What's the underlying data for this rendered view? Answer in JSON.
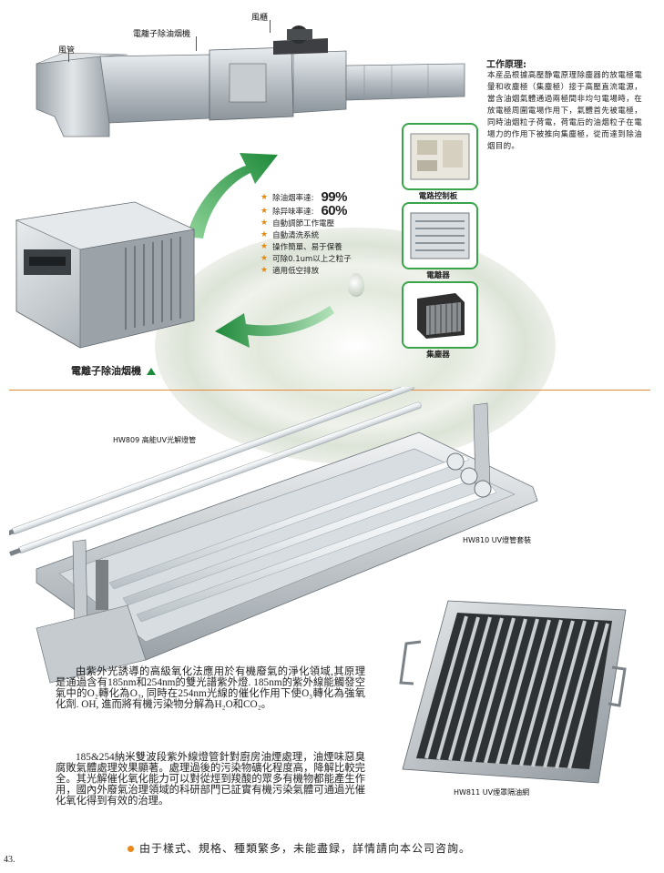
{
  "top_labels": {
    "fan": "風櫃",
    "purifier": "電離子除油烟機",
    "duct": "風管"
  },
  "principle": {
    "title": "工作原理:",
    "body": "本産品根據高壓静電原理除塵器的放電極電暈和收塵極（集塵極）接于高壓直流電源，當含油烟氣體通過兩極間非均勻電場時，在放電極周圍電場作用下，氣體首先被電極，同時油烟粒子荷電，荷電后的油烟粒子在電場力的作用下被推向集塵極，從而達到除油烟目的。"
  },
  "components": [
    {
      "name": "電路控制板"
    },
    {
      "name": "電離器"
    },
    {
      "name": "集塵器"
    }
  ],
  "features": [
    {
      "text": "除油烟率達:",
      "value": "99%"
    },
    {
      "text": "除异味率達:",
      "value": "60%"
    },
    {
      "text": "自動調節工作電壓",
      "value": ""
    },
    {
      "text": "自動清洗系統",
      "value": ""
    },
    {
      "text": "操作簡單、易于保養",
      "value": ""
    },
    {
      "text": "可除0.1um以上之粒子",
      "value": ""
    },
    {
      "text": "適用低空排放",
      "value": ""
    }
  ],
  "machine_title": "電離子除油烟機",
  "products": {
    "lamp": "HW809 高能UV光解燈管",
    "kit": "HW810 UV燈管套裝",
    "filter": "HW811 UV煙罩隔油網"
  },
  "paragraphs": [
    "由紫外光誘導的高級氧化法應用於有機廢氣的淨化領域,其原理是通過含有185nm和254nm的雙光譜紫外燈. 185nm的紫外線能觸發空氣中的O₂轉化為O₃, 同時在254nm光線的催化作用下使O₃轉化為強氧化劑. OH, 進而將有機污染物分解為H₂O和CO₂。",
    "185&254納米雙波段紫外線燈管針對廚房油煙處理，油煙味惡臭腐敗氣體處理效果顯著。處理過後的污染物礦化程度高，降解比較完全。其光解催化氧化能力可以對從烴到羧酸的眾多有機物都能產生作用，國內外廢氣治理領域的科研部門已証實有機污染氣體可通過光催化氧化得到有效的治理。"
  ],
  "footer_note": "由于樣式、規格、種類繁多，未能盡録，詳情請向本公司咨詢。",
  "page_number": "43.",
  "colors": {
    "accent_green": "#3aa44b",
    "star_orange": "#e28a12",
    "divider_orange": "#e08a3a"
  }
}
